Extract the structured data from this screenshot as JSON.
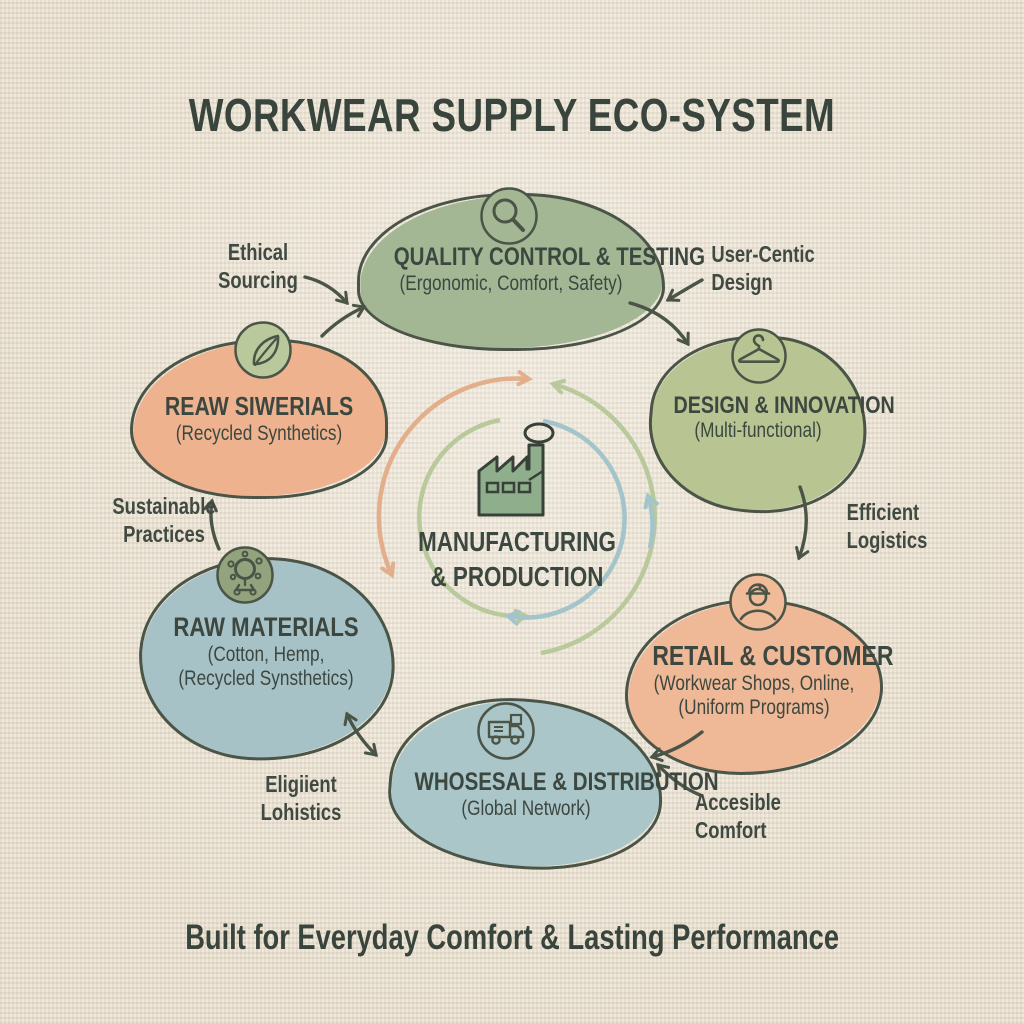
{
  "title": "WORKWEAR SUPPLY ECO-SYSTEM",
  "tagline": "Built for Everyday Comfort & Lasting Performance",
  "center": {
    "line1": "MANUFACTURING",
    "line2": "& PRODUCTION",
    "icon": "factory-icon"
  },
  "nodes": {
    "quality": {
      "title": "QUALITY CONTROL & TESTING",
      "subtitle": "(Ergonomic, Comfort, Safety)",
      "icon": "magnifier-icon",
      "color": "#a3b794"
    },
    "design": {
      "title": "DESIGN & INNOVATION",
      "subtitle": "(Multi-functional)",
      "icon": "hanger-icon",
      "color": "#b8c593"
    },
    "retail": {
      "title": "RETAIL & CUSTOMER",
      "subtitle1": "(Workwear Shops, Online,",
      "subtitle2": "(Uniform Programs)",
      "icon": "worker-icon",
      "color": "#efb897"
    },
    "wholesale": {
      "title": "WHOSESALE & DISTRIBUTION",
      "subtitle": "(Global Network)",
      "icon": "truck-icon",
      "color": "#abc6c9"
    },
    "raw_materials": {
      "title": "RAW MATERIALS",
      "subtitle1": "(Cotton, Hemp,",
      "subtitle2": "(Recycled Synsthetics)",
      "icon": "fiber-icon",
      "color": "#a7c2c6"
    },
    "recycled": {
      "title": "REAW SIWERIALS",
      "subtitle": "(Recycled Synthetics)",
      "icon": "leaf-icon",
      "color": "#eeb28f"
    }
  },
  "labels": {
    "ethical": "Ethical\nSourcing",
    "user_centric": "User-Centic\nDesign",
    "efficient": "Efficient\nLogistics",
    "accessible": "Accesible\nComfort",
    "efficient_left": "Eligiient\nLohistics",
    "sustainable": "Sustainable\nPractices"
  },
  "colors": {
    "background": "#ece4d4",
    "outline": "#4a5447",
    "text": "#3c4740",
    "ring_orange": "#e3ae8b",
    "ring_green": "#b9c99b",
    "ring_blue": "#a3c4ca",
    "icon_circle_dark": "#93a37e",
    "factory_fill": "#8fae8c"
  }
}
